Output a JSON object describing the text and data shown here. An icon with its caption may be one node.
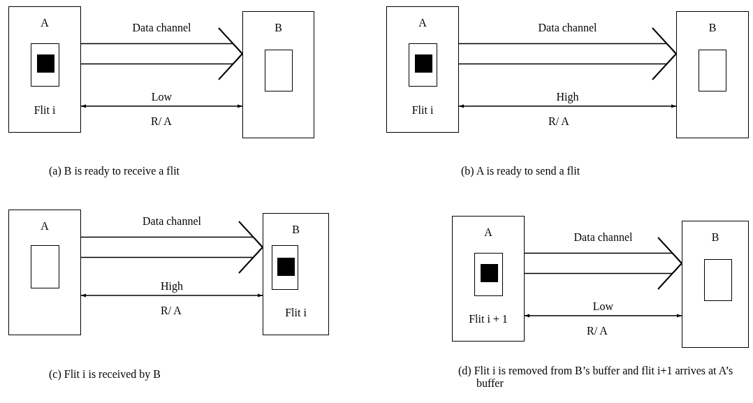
{
  "diagram": {
    "nodes": [
      {
        "text": [
          "A",
          "Flit i"
        ]
      },
      {
        "text": [],
        "shape": "box",
        "in": 0
      },
      {
        "text": [],
        "shape": "box",
        "in": 1
      },
      {
        "text": [
          "B"
        ]
      },
      {
        "text": [],
        "shape": "box",
        "in": 3
      },
      {
        "text": [
          "A",
          "Flit i"
        ]
      },
      {
        "text": [],
        "shape": "box",
        "in": 5
      },
      {
        "text": [],
        "shape": "box",
        "in": 6
      },
      {
        "text": [
          "B"
        ]
      },
      {
        "text": [],
        "shape": "box",
        "in": 8
      },
      {
        "text": [
          "A"
        ]
      },
      {
        "text": [],
        "shape": "box",
        "in": 10
      },
      {
        "text": [
          "B",
          "Flit i"
        ]
      },
      {
        "text": [],
        "shape": "box",
        "in": 12
      },
      {
        "text": [],
        "shape": "box",
        "in": 13
      },
      {
        "text": [
          "A",
          "Flit i + 1"
        ]
      },
      {
        "text": [],
        "shape": "box",
        "in": 15
      },
      {
        "text": [],
        "shape": "box",
        "in": 16
      },
      {
        "text": [
          "B"
        ]
      },
      {
        "text": [],
        "shape": "box",
        "in": 18
      }
    ],
    "edges": [
      {
        "from": 0,
        "to": 3,
        "arrow": "to",
        "label": "Data channel"
      },
      {
        "from": 0,
        "to": 3,
        "arrow": "both",
        "label": "Low"
      },
      {
        "from": 5,
        "to": 8,
        "arrow": "to",
        "label": "Data channel"
      },
      {
        "from": 5,
        "to": 8,
        "arrow": "both",
        "label": "High"
      },
      {
        "from": 10,
        "to": 12,
        "arrow": "to",
        "label": "Data channel"
      },
      {
        "from": 10,
        "to": 12,
        "arrow": "both",
        "label": "High"
      },
      {
        "from": 15,
        "to": 18,
        "arrow": "to",
        "label": "Data channel"
      },
      {
        "from": 15,
        "to": 18,
        "arrow": "both",
        "label": "Low"
      }
    ],
    "labels": [
      "R/ A",
      "(a) B is ready to receive a flit",
      "R/ A",
      "(b) A is ready to send a flit",
      "R/ A",
      "(c) Flit i is received by B",
      "R/ A",
      "(d) Flit i is removed from B’s buffer and flit i+1 arrives at A’s buffer"
    ]
  }
}
